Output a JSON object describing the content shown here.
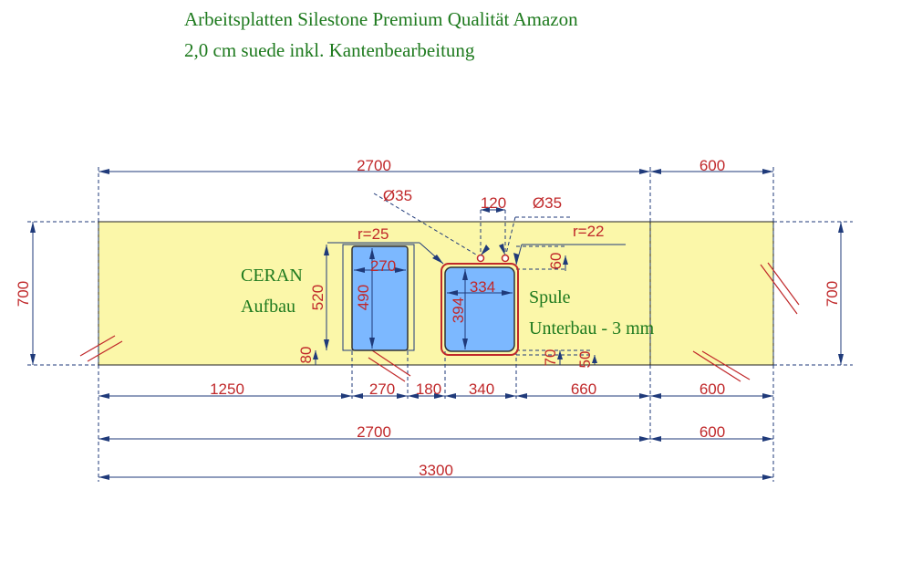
{
  "header": {
    "line1": "Arbeitsplatten Silestone Premium Qualität Amazon",
    "line2": "2,0 cm suede inkl. Kantenbearbeitung"
  },
  "colors": {
    "worktop": "#fbf7a9",
    "cutout": "#7cb8ff",
    "dimension_line": "#1f3a7a",
    "dimension_text": "#c0282a",
    "note_text": "#1e7a1e",
    "wall_hatch": "#c0282a"
  },
  "dimensions": {
    "top_main": "2700",
    "top_side": "600",
    "left_height": "700",
    "right_height": "700",
    "hob_radius": "r=25",
    "hob_width": "270",
    "hob_height": "520",
    "hob_inner_height": "490",
    "hob_bottom_offset": "80",
    "sink_radius": "r=22",
    "sink_width": "334",
    "sink_height": "394",
    "sink_top_offset": "60",
    "sink_bottom_offset_1": "70",
    "sink_bottom_offset_2": "50",
    "hole_diameter_1": "Ø35",
    "hole_spacing": "120",
    "hole_diameter_2": "Ø35",
    "row1_a": "1250",
    "row1_b": "270",
    "row1_c": "180",
    "row1_d": "340",
    "row1_e": "660",
    "row1_f": "600",
    "row2_main": "2700",
    "row2_side": "600",
    "total": "3300"
  },
  "labels": {
    "hob_line1": "CERAN",
    "hob_line2": "Aufbau",
    "sink_line1": "Spule",
    "sink_line2": "Unterbau - 3 mm"
  }
}
